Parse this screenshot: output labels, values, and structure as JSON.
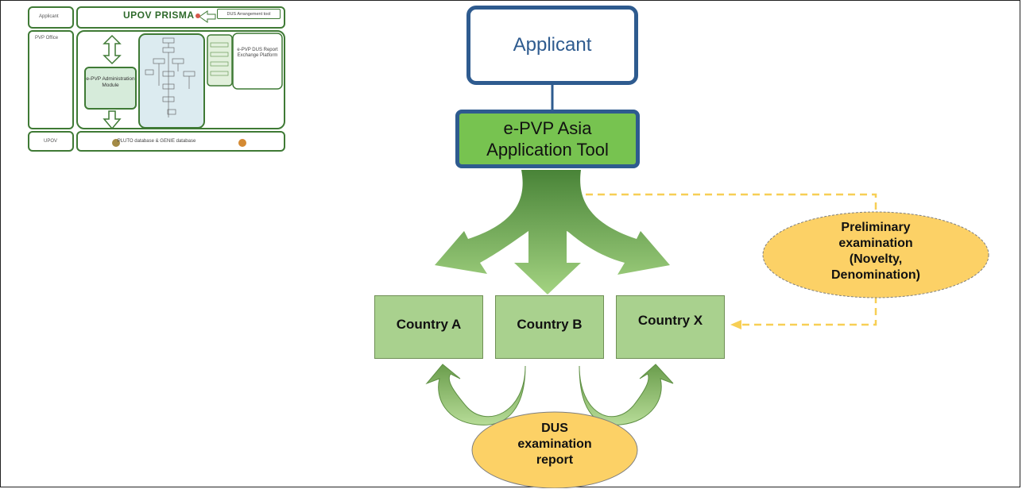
{
  "thumbnail": {
    "title": "UPOV PRISMA",
    "dus_tool": "DUS Arrangement tool",
    "row_applicant": "Applicant",
    "row_office": "PVP Office",
    "row_upov": "UPOV",
    "admin_module": "e-PVP Administration Module",
    "exchange_platform": "e-PVP DUS Report Exchange Platform",
    "databases": "PLUTO database & GENIE database"
  },
  "diagram": {
    "applicant": "Applicant",
    "tool_line1": "e-PVP Asia",
    "tool_line2": "Application Tool",
    "countries": [
      "Country A",
      "Country B",
      "Country X"
    ],
    "preliminary": [
      "Preliminary",
      "examination",
      "(Novelty,",
      "Denomination)"
    ],
    "dus_report": [
      "DUS",
      "examination",
      "report"
    ]
  },
  "colors": {
    "border_blue": "#2e5b8f",
    "tool_green": "#77c350",
    "country_fill": "#a9d18e",
    "arrow_green": "#6ea24f",
    "ellipse_fill": "#fcd166",
    "dash_yellow": "#f7cf55"
  }
}
